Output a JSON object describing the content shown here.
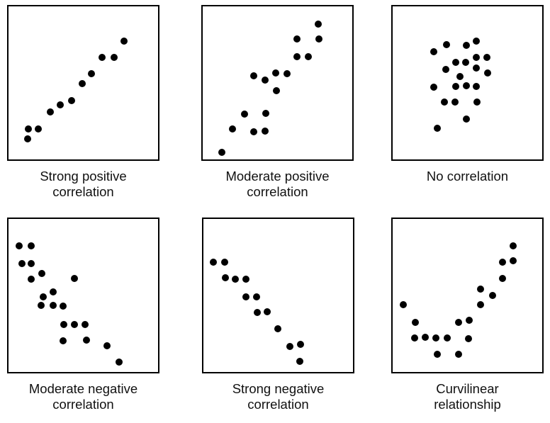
{
  "page": {
    "background": "#ffffff",
    "point_color": "#000000",
    "frame_color": "#000000",
    "text_color": "#111111"
  },
  "chart_data": [
    {
      "type": "scatter",
      "title": "Strong positive\ncorrelation",
      "xlim": [
        0,
        100
      ],
      "ylim": [
        0,
        100
      ],
      "axes": "none",
      "frame": true,
      "marker": "filled-circle",
      "coords": "percent-of-panel, y-up",
      "points": [
        [
          77.3,
          77.3
        ],
        [
          62.5,
          66.8
        ],
        [
          70.4,
          66.8
        ],
        [
          55.6,
          55.9
        ],
        [
          49.5,
          49.5
        ],
        [
          42.1,
          38.2
        ],
        [
          34.7,
          35.5
        ],
        [
          27.8,
          30.9
        ],
        [
          19.9,
          20.0
        ],
        [
          13.4,
          20.0
        ],
        [
          13.0,
          13.6
        ]
      ]
    },
    {
      "type": "scatter",
      "title": "Moderate positive\ncorrelation",
      "xlim": [
        0,
        100
      ],
      "ylim": [
        0,
        100
      ],
      "axes": "none",
      "frame": true,
      "marker": "filled-circle",
      "coords": "percent-of-panel, y-up",
      "points": [
        [
          77.1,
          88.6
        ],
        [
          63.1,
          78.6
        ],
        [
          77.6,
          78.6
        ],
        [
          63.1,
          67.3
        ],
        [
          70.6,
          67.3
        ],
        [
          34.1,
          54.5
        ],
        [
          41.6,
          51.8
        ],
        [
          48.6,
          56.4
        ],
        [
          56.5,
          55.9
        ],
        [
          49.5,
          45.0
        ],
        [
          28.0,
          29.5
        ],
        [
          42.1,
          30.0
        ],
        [
          20.1,
          20.0
        ],
        [
          34.1,
          18.2
        ],
        [
          41.6,
          18.6
        ],
        [
          12.6,
          4.5
        ]
      ]
    },
    {
      "type": "scatter",
      "title": "No correlation",
      "xlim": [
        0,
        100
      ],
      "ylim": [
        0,
        100
      ],
      "axes": "none",
      "frame": true,
      "marker": "filled-circle",
      "coords": "percent-of-panel, y-up",
      "points": [
        [
          36.0,
          75.0
        ],
        [
          49.5,
          74.5
        ],
        [
          56.1,
          77.3
        ],
        [
          27.6,
          70.5
        ],
        [
          56.1,
          66.8
        ],
        [
          63.1,
          66.8
        ],
        [
          42.1,
          63.2
        ],
        [
          48.6,
          63.6
        ],
        [
          56.1,
          59.5
        ],
        [
          35.5,
          58.6
        ],
        [
          63.6,
          56.4
        ],
        [
          44.9,
          54.1
        ],
        [
          27.6,
          47.3
        ],
        [
          42.1,
          47.7
        ],
        [
          49.5,
          48.2
        ],
        [
          56.1,
          47.7
        ],
        [
          34.6,
          37.3
        ],
        [
          41.6,
          37.3
        ],
        [
          56.5,
          37.7
        ],
        [
          49.5,
          26.4
        ],
        [
          29.9,
          20.5
        ]
      ]
    },
    {
      "type": "scatter",
      "title": "Moderate negative\ncorrelation",
      "xlim": [
        0,
        100
      ],
      "ylim": [
        0,
        100
      ],
      "axes": "none",
      "frame": true,
      "marker": "filled-circle",
      "coords": "percent-of-panel, y-up",
      "points": [
        [
          7.0,
          82.4
        ],
        [
          15.3,
          82.4
        ],
        [
          8.8,
          71.0
        ],
        [
          15.3,
          71.0
        ],
        [
          22.3,
          64.3
        ],
        [
          15.3,
          60.6
        ],
        [
          44.2,
          61.1
        ],
        [
          29.8,
          52.5
        ],
        [
          23.3,
          48.9
        ],
        [
          21.9,
          43.4
        ],
        [
          29.8,
          43.4
        ],
        [
          36.7,
          43.0
        ],
        [
          37.2,
          31.2
        ],
        [
          44.2,
          31.2
        ],
        [
          51.2,
          31.2
        ],
        [
          36.7,
          20.4
        ],
        [
          52.1,
          20.8
        ],
        [
          66.0,
          17.2
        ],
        [
          74.0,
          6.3
        ]
      ]
    },
    {
      "type": "scatter",
      "title": "Strong negative\ncorrelation",
      "xlim": [
        0,
        100
      ],
      "ylim": [
        0,
        100
      ],
      "axes": "none",
      "frame": true,
      "marker": "filled-circle",
      "coords": "percent-of-panel, y-up",
      "points": [
        [
          6.6,
          71.9
        ],
        [
          14.1,
          71.9
        ],
        [
          14.6,
          61.5
        ],
        [
          21.1,
          60.6
        ],
        [
          28.2,
          60.6
        ],
        [
          28.6,
          48.9
        ],
        [
          35.7,
          49.3
        ],
        [
          36.2,
          38.9
        ],
        [
          42.7,
          39.4
        ],
        [
          49.8,
          28.1
        ],
        [
          57.7,
          16.7
        ],
        [
          64.8,
          18.1
        ],
        [
          64.3,
          6.8
        ]
      ]
    },
    {
      "type": "scatter",
      "title": "Curvilinear\nrelationship",
      "xlim": [
        0,
        100
      ],
      "ylim": [
        0,
        100
      ],
      "axes": "none",
      "frame": true,
      "marker": "filled-circle",
      "coords": "percent-of-panel, y-up",
      "points": [
        [
          80.4,
          82.4
        ],
        [
          73.4,
          71.9
        ],
        [
          80.4,
          72.9
        ],
        [
          73.4,
          61.1
        ],
        [
          58.9,
          54.3
        ],
        [
          66.8,
          49.8
        ],
        [
          58.9,
          43.9
        ],
        [
          7.0,
          43.9
        ],
        [
          15.0,
          32.6
        ],
        [
          43.9,
          32.6
        ],
        [
          51.4,
          33.9
        ],
        [
          14.5,
          22.2
        ],
        [
          22.0,
          22.6
        ],
        [
          29.0,
          22.2
        ],
        [
          36.4,
          22.2
        ],
        [
          50.9,
          21.7
        ],
        [
          29.9,
          11.8
        ],
        [
          43.9,
          11.8
        ]
      ]
    }
  ]
}
